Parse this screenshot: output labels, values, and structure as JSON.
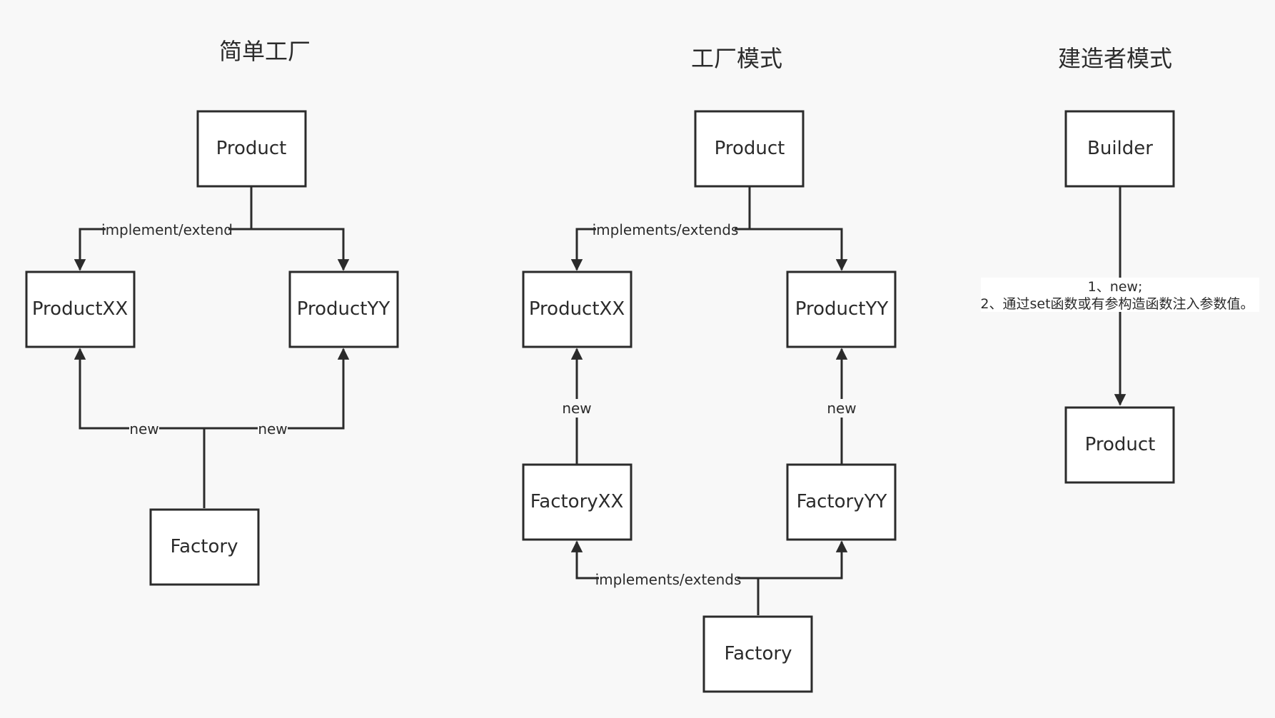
{
  "titles": {
    "simple_factory": "简单工厂",
    "factory_method": "工厂模式",
    "builder": "建造者模式"
  },
  "simple_factory": {
    "product": "Product",
    "product_xx": "ProductXX",
    "product_yy": "ProductYY",
    "factory": "Factory",
    "edge_implement": "implement/extend",
    "edge_new_left": "new",
    "edge_new_right": "new"
  },
  "factory_method": {
    "product": "Product",
    "product_xx": "ProductXX",
    "product_yy": "ProductYY",
    "factory_xx": "FactoryXX",
    "factory_yy": "FactoryYY",
    "factory": "Factory",
    "edge_implements_top": "implements/extends",
    "edge_new_left": "new",
    "edge_new_right": "new",
    "edge_implements_bottom": "implements/extends"
  },
  "builder": {
    "builder": "Builder",
    "product": "Product",
    "note_line1": "1、new;",
    "note_line2": "2、通过set函数或有参构造函数注入参数值。"
  }
}
